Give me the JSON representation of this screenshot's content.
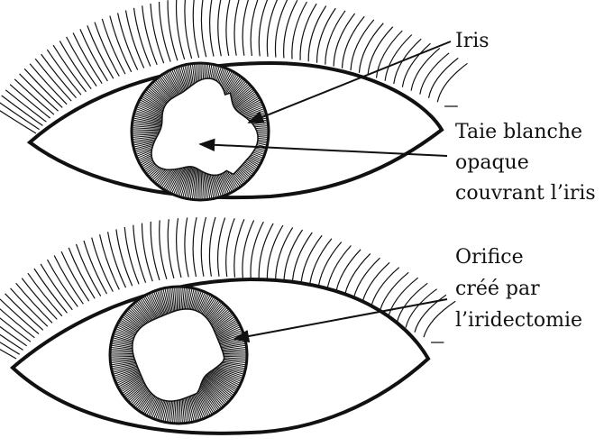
{
  "diagram": {
    "top": {
      "label_iris": "Iris",
      "label_taie": [
        "Taie blanche",
        "opaque",
        "couvrant l’iris"
      ]
    },
    "bottom": {
      "label_orifice": [
        "Orifice",
        "créé par",
        "l’iridectomie"
      ]
    }
  },
  "colors": {
    "ink": "#111111",
    "background": "#ffffff"
  }
}
